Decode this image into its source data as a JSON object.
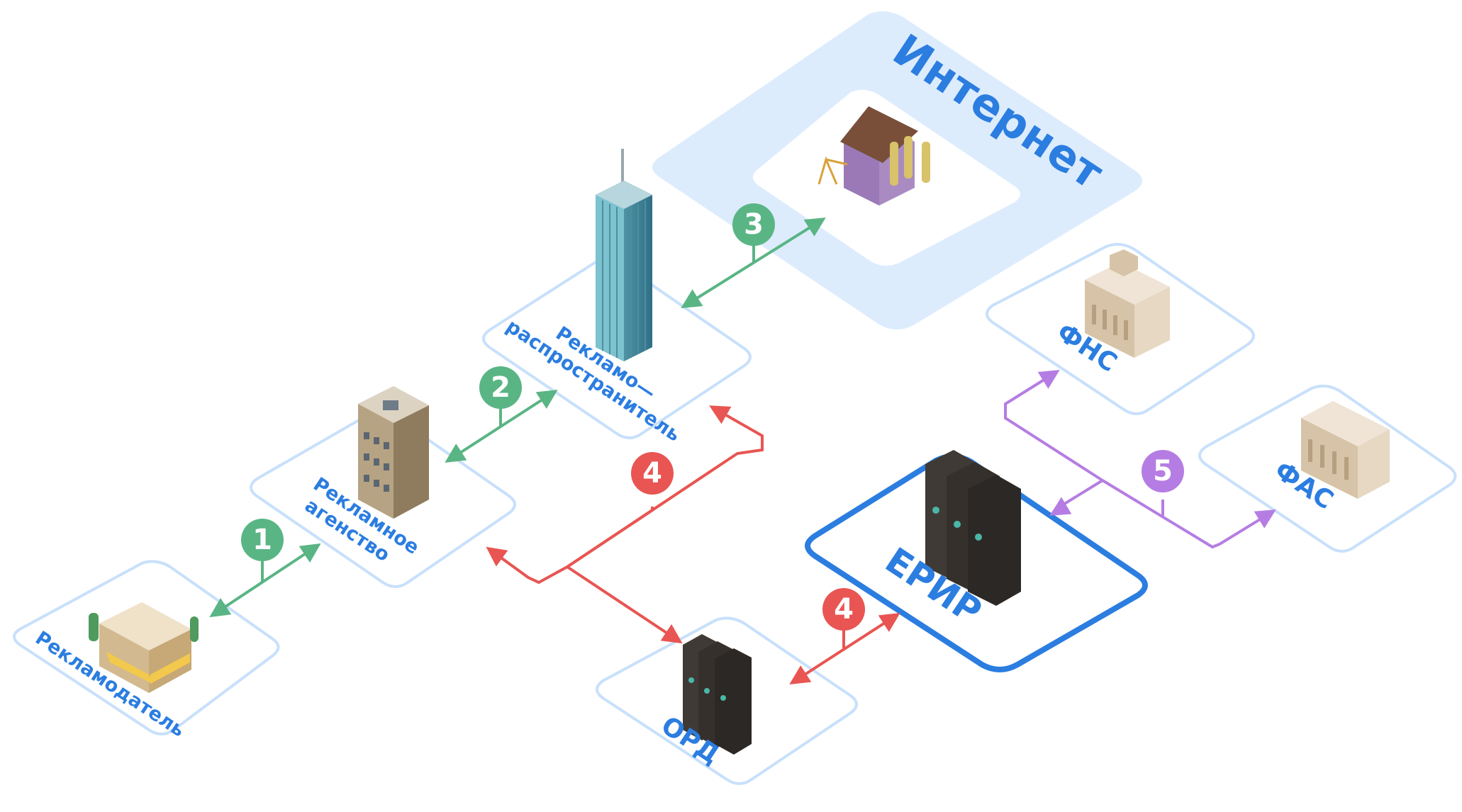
{
  "nodes": {
    "advertiser": {
      "label": "Рекламодатель"
    },
    "agency": {
      "label_line1": "Рекламное",
      "label_line2": "агенство"
    },
    "distributor": {
      "label_line1": "Рекламо—",
      "label_line2": "распространитель"
    },
    "internet": {
      "label": "Интернет"
    },
    "ord": {
      "label": "ОРД"
    },
    "erir": {
      "label": "ЕРИР"
    },
    "fns": {
      "label": "ФНС"
    },
    "fas": {
      "label": "ФАС"
    }
  },
  "badges": {
    "b1": "1",
    "b2": "2",
    "b3": "3",
    "b4a": "4",
    "b4b": "4",
    "b5": "5"
  },
  "colors": {
    "green": "#5ab584",
    "red": "#e85552",
    "purple": "#b57de3",
    "blue": "#2b7de0",
    "tile_border": "#c8e0fb",
    "internet_fill": "#dcecfd"
  }
}
